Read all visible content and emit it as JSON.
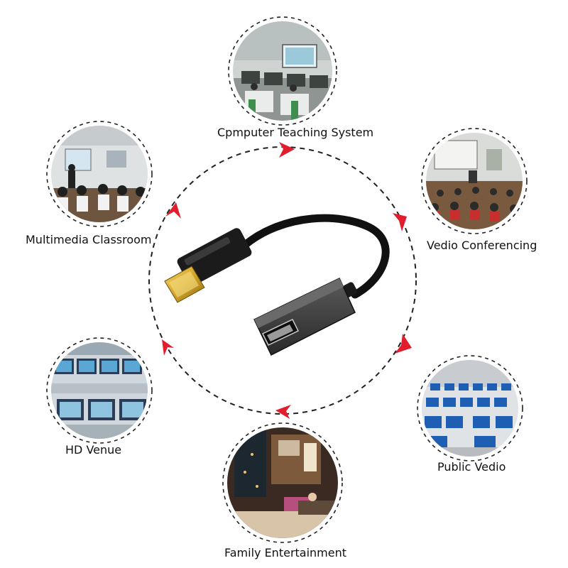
{
  "product": {
    "adapter_illustration": "displayport-to-hdmi-adapter",
    "cable_color": "#111111",
    "connector_gold": "#d4a62a"
  },
  "scenes": [
    {
      "id": "teaching",
      "label": "Cpmputer Teaching System",
      "icon": "classroom-computers-photo"
    },
    {
      "id": "conference",
      "label": "Vedio Conferencing",
      "icon": "lecture-hall-photo"
    },
    {
      "id": "public",
      "label": "Public Vedio",
      "icon": "computer-lab-photo"
    },
    {
      "id": "family",
      "label": "Family Entertainment",
      "icon": "living-room-photo"
    },
    {
      "id": "venue",
      "label": "HD Venue",
      "icon": "monitor-wall-photo"
    },
    {
      "id": "multimedia",
      "label": "Multimedia Classroom",
      "icon": "presentation-room-photo"
    }
  ],
  "style": {
    "arrow_color": "#e11d2e",
    "dash_color": "#222222"
  }
}
